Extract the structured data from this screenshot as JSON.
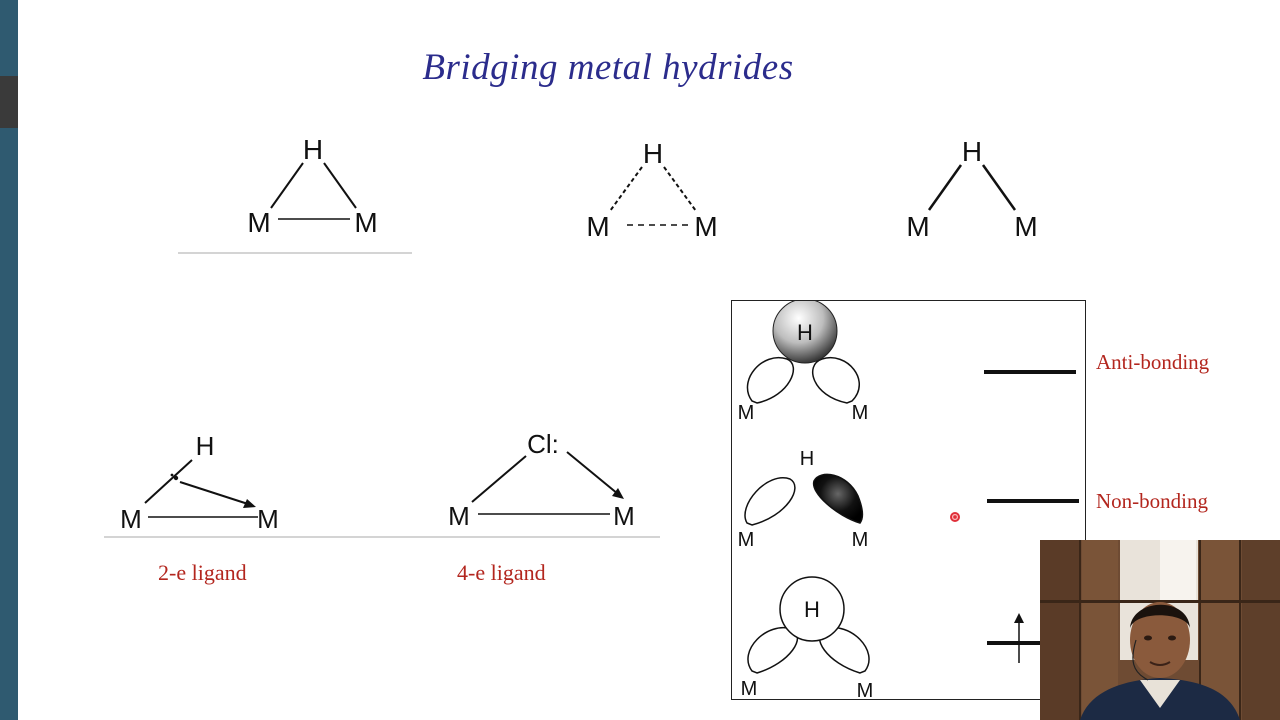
{
  "title": "Bridging metal hydrides",
  "structures": {
    "atom_h": "H",
    "atom_m": "M",
    "atom_cl": "Cl:"
  },
  "captions": {
    "two_e": "2-e ligand",
    "four_e": "4-e ligand"
  },
  "orbitals": {
    "anti_bonding": "Anti-bonding",
    "non_bonding": "Non-bonding"
  },
  "colors": {
    "title": "#2b2c8c",
    "caption": "#b3261e",
    "sidebar": "#2f5a70"
  }
}
